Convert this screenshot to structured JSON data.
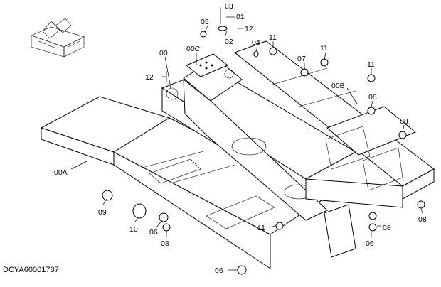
{
  "diagram": {
    "document_id": "DCYA60001787",
    "callouts": [
      "03",
      "01",
      "05",
      "02",
      "12",
      "04",
      "11",
      "00C",
      "00",
      "07",
      "11",
      "11",
      "12",
      "00B",
      "08",
      "08",
      "00A",
      "09",
      "10",
      "06",
      "08",
      "11",
      "08",
      "06",
      "06",
      "08"
    ]
  }
}
